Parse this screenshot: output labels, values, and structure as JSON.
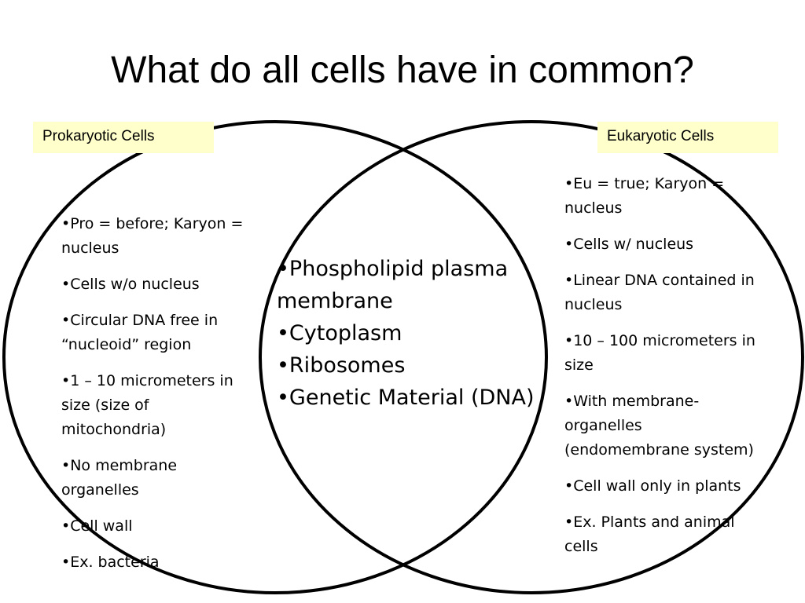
{
  "title": "What do all cells have in common?",
  "left_label": "Prokaryotic Cells",
  "right_label": "Eukaryotic Cells",
  "left_items": [
    "•Pro = before; Karyon = nucleus",
    "•Cells w/o nucleus",
    "•Circular DNA free in “nucleoid” region",
    "•1 – 10 micrometers in size (size of mitochondria)",
    "•No membrane organelles",
    "•Cell wall",
    "•Ex. bacteria"
  ],
  "center_items": [
    "•Phospholipid plasma membrane",
    "•Cytoplasm",
    "•Ribosomes",
    "•Genetic Material (DNA)"
  ],
  "right_items": [
    "•Eu = true; Karyon = nucleus",
    "•Cells w/ nucleus",
    "•Linear DNA contained in nucleus",
    "•10 – 100 micrometers in size",
    "•With membrane-organelles (endomembrane system)",
    "•Cell wall only in plants",
    "•Ex. Plants and animal cells"
  ],
  "colors": {
    "label_background": "#ffffcc",
    "circle_stroke": "#000000"
  }
}
